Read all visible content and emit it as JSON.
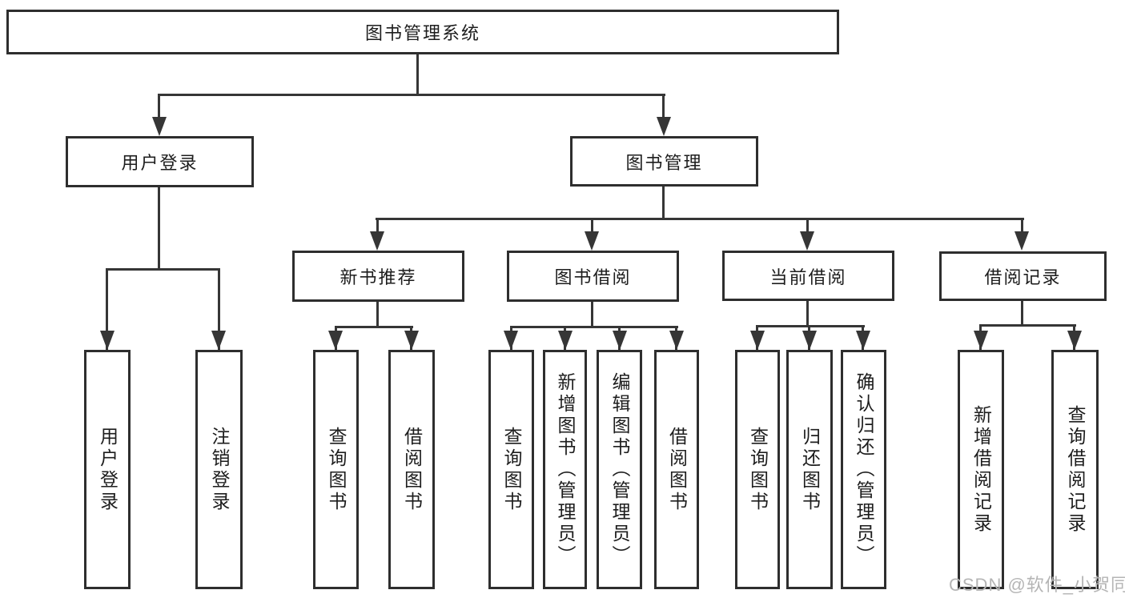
{
  "tree": {
    "label": "图书管理系统",
    "children": [
      {
        "label": "用户登录",
        "children": [
          {
            "label": "用户登录"
          },
          {
            "label": "注销登录"
          }
        ]
      },
      {
        "label": "图书管理",
        "children": [
          {
            "label": "新书推荐",
            "children": [
              {
                "label": "查询图书"
              },
              {
                "label": "借阅图书"
              }
            ]
          },
          {
            "label": "图书借阅",
            "children": [
              {
                "label": "查询图书"
              },
              {
                "label": "新增图书（管理员）"
              },
              {
                "label": "编辑图书（管理员）"
              },
              {
                "label": "借阅图书"
              }
            ]
          },
          {
            "label": "当前借阅",
            "children": [
              {
                "label": "查询图书"
              },
              {
                "label": "归还图书"
              },
              {
                "label": "确认归还（管理员）"
              }
            ]
          },
          {
            "label": "借阅记录",
            "children": [
              {
                "label": "新增借阅记录"
              },
              {
                "label": "查询借阅记录"
              }
            ]
          }
        ]
      }
    ]
  },
  "watermark": {
    "text": "CSDN @软件_小贺同学"
  },
  "colors": {
    "line": "#363636",
    "border": "#2e2e2e",
    "text": "#1d1d1d",
    "watermark": "#b5b5b5",
    "bg": "#ffffff"
  }
}
